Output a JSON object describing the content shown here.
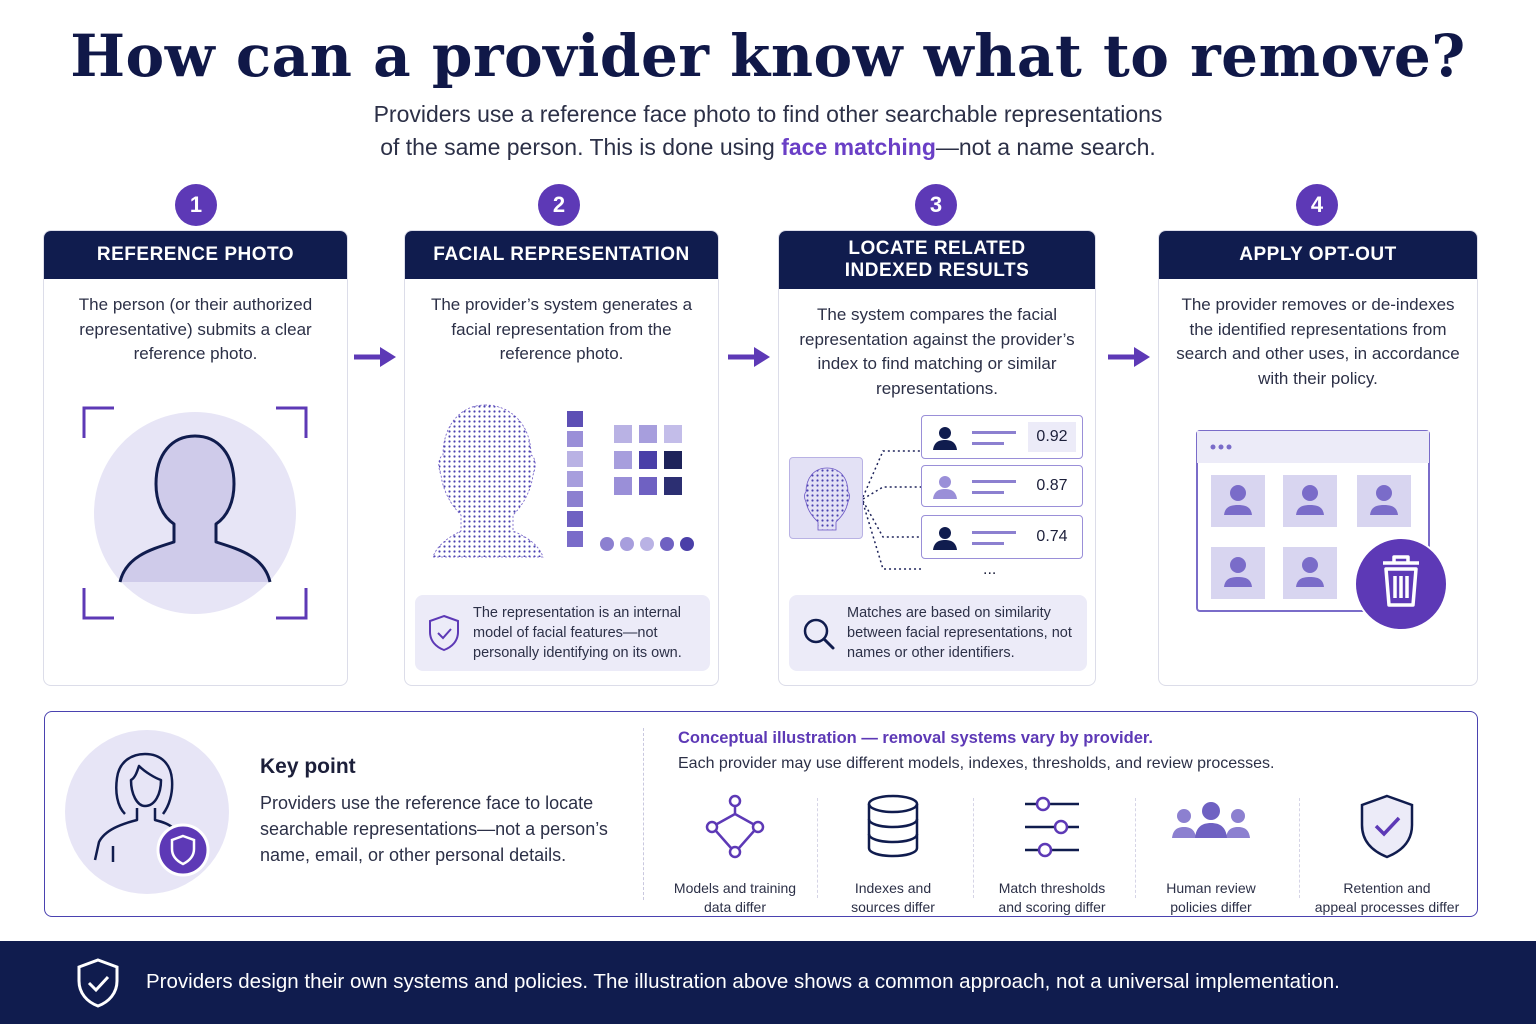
{
  "title": "How can a provider know what to remove?",
  "subtitle": {
    "line1": "Providers use a reference face photo to find other searchable representations",
    "line2_pre": "of the same person. This is done using",
    "line2_highlight": "face matching",
    "line2_post": "—not a name search."
  },
  "colors": {
    "navy": "#101c4e",
    "purple": "#5d39b6",
    "lavender": "#ecebf8",
    "accent": "#6a3fc6"
  },
  "steps": [
    {
      "number": "1",
      "title": "REFERENCE PHOTO",
      "text": "The person (or their authorized representative) submits a clear reference photo.",
      "icon": "person-silhouette-icon"
    },
    {
      "number": "2",
      "title": "FACIAL REPRESENTATION",
      "text": "The provider’s system generates a facial representation from the reference photo.",
      "note": "The representation is an internal model of facial features—not personally identifying on its own.",
      "icon": "face-mesh-icon"
    },
    {
      "number": "3",
      "title_line1": "LOCATE RELATED",
      "title_line2": "INDEXED RESULTS",
      "text": "The system compares the facial representation against the provider’s index to find matching or similar representations.",
      "scores": [
        "0.92",
        "0.87",
        "0.74"
      ],
      "more": "...",
      "note": "Matches are based on similarity between facial representations, not names or other identifiers.",
      "icon": "search-icon"
    },
    {
      "number": "4",
      "title": "APPLY OPT-OUT",
      "text": "The provider removes or de-indexes the identified representations from search and other uses, in accordance with their policy.",
      "icon": "trash-icon"
    }
  ],
  "key_point": {
    "title": "Key point",
    "text": "Providers use the reference face to locate searchable representations—not a person’s name, email, or other personal details."
  },
  "concept": {
    "title": "Conceptual illustration — removal systems vary by provider.",
    "text": "Each provider may use different models, indexes, thresholds, and review processes.",
    "items": [
      {
        "line1": "Models and training",
        "line2": "data differ",
        "icon": "network-icon"
      },
      {
        "line1": "Indexes and",
        "line2": "sources differ",
        "icon": "database-icon"
      },
      {
        "line1": "Match thresholds",
        "line2": "and scoring differ",
        "icon": "sliders-icon"
      },
      {
        "line1": "Human review",
        "line2": "policies differ",
        "icon": "people-icon"
      },
      {
        "line1": "Retention and",
        "line2": "appeal processes differ",
        "icon": "shield-check-icon"
      }
    ]
  },
  "footer": "Providers design their own systems and policies. The illustration above shows a common approach, not a universal implementation."
}
